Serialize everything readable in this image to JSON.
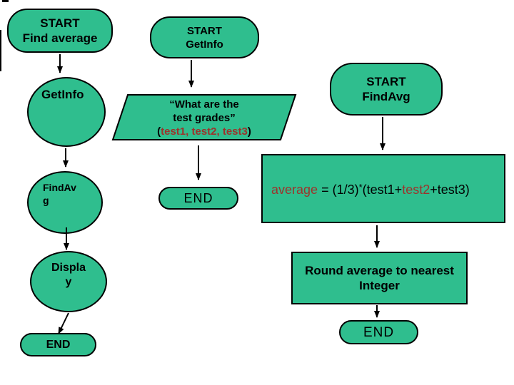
{
  "colors": {
    "shape_fill": "#2fbe8e",
    "shape_border": "#000000",
    "text": "#000000",
    "accent_red": "#9c342c",
    "background": "#ffffff"
  },
  "nodes": {
    "start_find_average": {
      "line1": "START",
      "line2": "Find average"
    },
    "oval_getinfo": {
      "label": "GetInfo"
    },
    "oval_findavg": {
      "line1": "FindAv",
      "line2": "g"
    },
    "oval_display": {
      "line1": "Displa",
      "line2": "y"
    },
    "end_left": {
      "label": "END"
    },
    "start_getinfo": {
      "line1": "START",
      "line2": "GetInfo"
    },
    "io_question": {
      "line1": "“What are the",
      "line2": "test grades”",
      "line3_open": "(",
      "line3_items": "test1, test2, test3",
      "line3_close": ")"
    },
    "end_middle": {
      "label": "END"
    },
    "start_findavg": {
      "line1": "START",
      "line2": "FindAvg"
    },
    "process_average": {
      "seg_var": "average",
      "seg_eq": " = (1/3)",
      "seg_star": "*",
      "seg_left": "(test1+",
      "seg_mid": "test2",
      "seg_right": "+test3)"
    },
    "process_round": {
      "line1": "Round average to nearest",
      "line2": "Integer"
    },
    "end_right": {
      "label": "END"
    }
  }
}
